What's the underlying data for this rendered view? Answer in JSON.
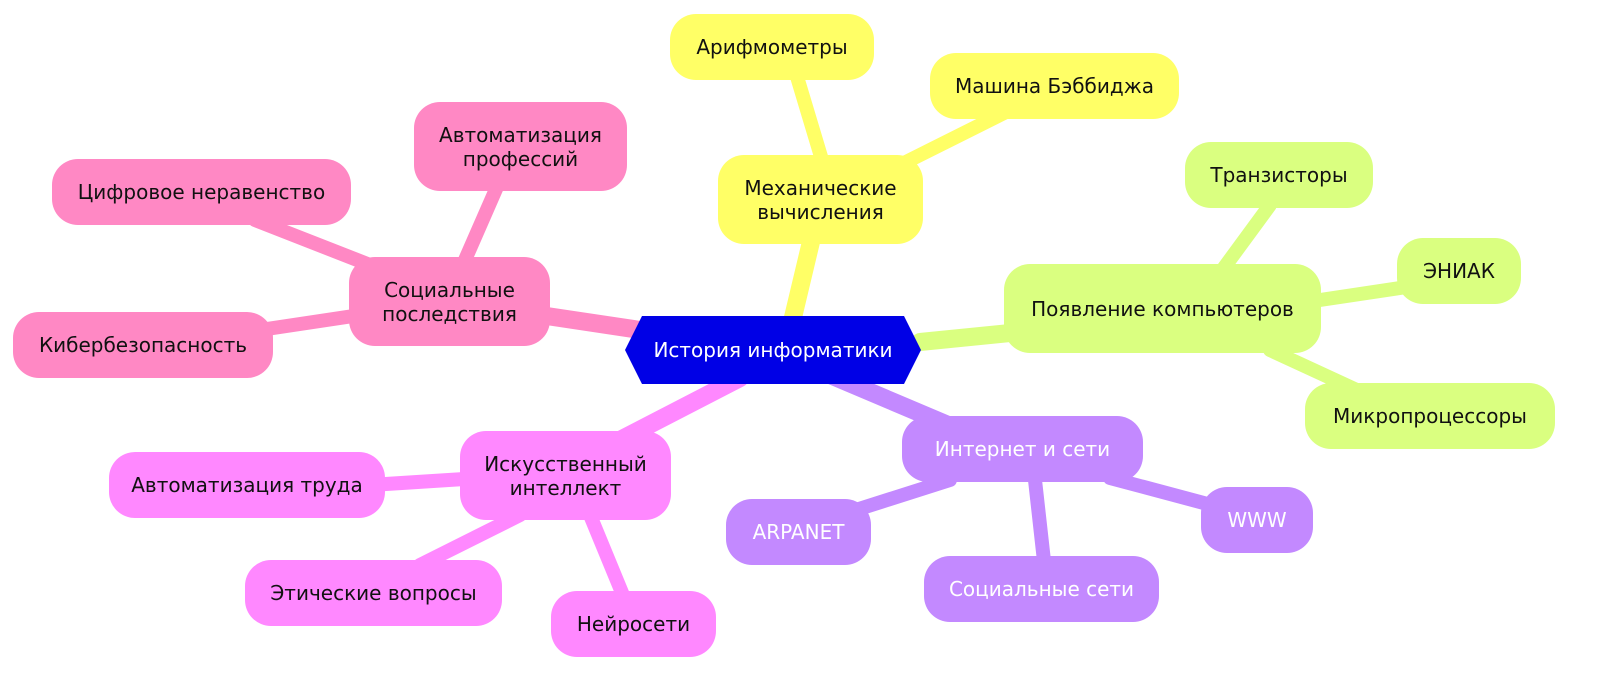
{
  "colors": {
    "root": "#0000e6",
    "mechanical": "#ffff66",
    "computers": "#daff80",
    "internet": "#c389ff",
    "ai": "#ff88ff",
    "social": "#ff88c4"
  },
  "root": {
    "label": "История информатики"
  },
  "branches": {
    "mechanical": {
      "label": "Механические\nвычисления",
      "children": [
        "Арифмометры",
        "Машина Бэббиджа"
      ]
    },
    "computers": {
      "label": "Появление компьютеров",
      "children": [
        "Транзисторы",
        "ЭНИАК",
        "Микропроцессоры"
      ]
    },
    "internet": {
      "label": "Интернет и сети",
      "children": [
        "ARPANET",
        "Социальные сети",
        "WWW"
      ]
    },
    "ai": {
      "label": "Искусственный\nинтеллект",
      "children": [
        "Автоматизация труда",
        "Этические вопросы",
        "Нейросети"
      ]
    },
    "social": {
      "label": "Социальные\nпоследствия",
      "children": [
        "Автоматизация\nпрофессий",
        "Цифровое неравенство",
        "Кибербезопасность"
      ]
    }
  }
}
